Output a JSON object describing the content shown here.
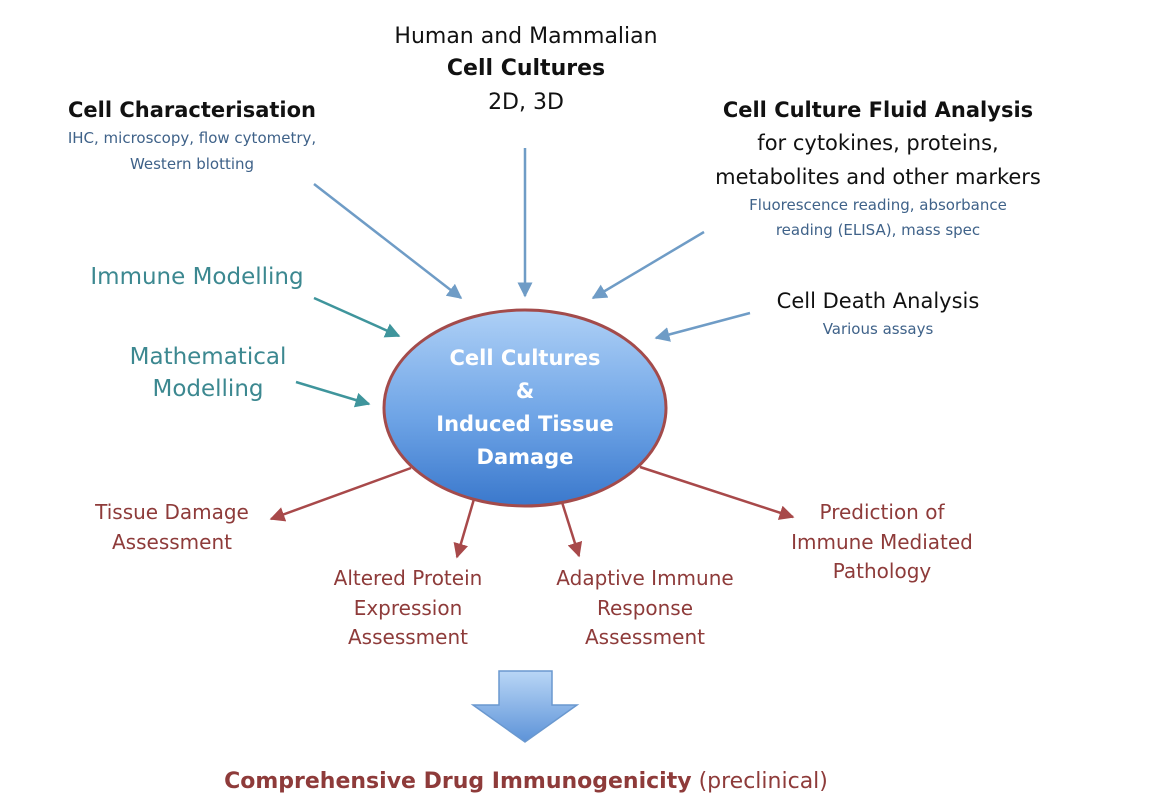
{
  "top_node": {
    "line1": "Human and Mammalian",
    "line2": "Cell Cultures",
    "line3": "2D, 3D"
  },
  "cell_characterisation": {
    "title": "Cell Characterisation",
    "detail1": "IHC, microscopy, flow cytometry,",
    "detail2": "Western blotting"
  },
  "fluid_analysis": {
    "title": "Cell Culture Fluid Analysis",
    "line1": "for cytokines, proteins,",
    "line2": "metabolites and other markers",
    "detail1": "Fluorescence reading, absorbance",
    "detail2": "reading (ELISA), mass spec"
  },
  "immune_modelling": {
    "label": "Immune Modelling"
  },
  "mathematical_modelling": {
    "line1": "Mathematical",
    "line2": "Modelling"
  },
  "cell_death": {
    "title": "Cell Death Analysis",
    "detail": "Various assays"
  },
  "center": {
    "line1": "Cell Cultures",
    "line2": "&",
    "line3": "Induced Tissue",
    "line4": "Damage"
  },
  "outputs": {
    "tissue_damage": [
      "Tissue Damage",
      "Assessment"
    ],
    "altered_protein": [
      "Altered Protein",
      "Expression",
      "Assessment"
    ],
    "adaptive_immune": [
      "Adaptive Immune",
      "Response",
      "Assessment"
    ],
    "prediction": [
      "Prediction of",
      "Immune Mediated",
      "Pathology"
    ]
  },
  "conclusion": {
    "bold": "Comprehensive Drug Immunogenicity",
    "suffix": " (preclinical)"
  },
  "colors": {
    "input_arrow": "#6f9cc6",
    "teal_arrow": "#3f959c",
    "output_arrow": "#a8494a",
    "ellipse_border": "#a34b4b",
    "ellipse_fill_top": "#a9ccf4",
    "ellipse_fill_bottom": "#3f7fd0",
    "big_arrow_fill": "#7fb0e8"
  }
}
